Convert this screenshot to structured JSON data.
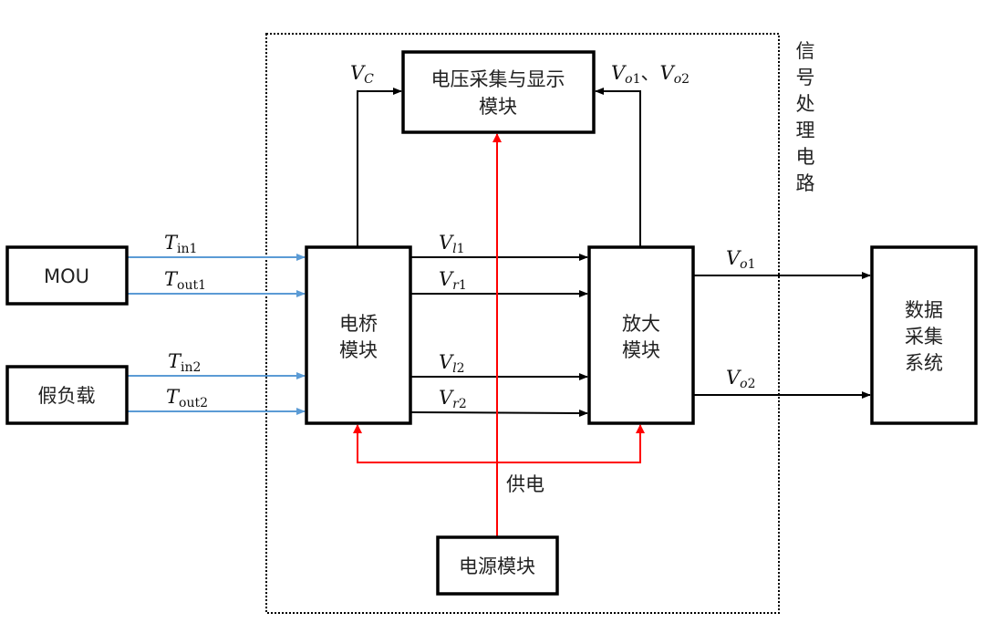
{
  "blocks": {
    "mou": "MOU",
    "dummy_load": "假负载",
    "bridge": [
      "电桥",
      "模块"
    ],
    "amplifier": [
      "放大",
      "模块"
    ],
    "voltage_display": [
      "电压采集与显示",
      "模块"
    ],
    "power": "电源模块",
    "daq": [
      "数据",
      "采集",
      "系统"
    ]
  },
  "region_label": [
    "信",
    "号",
    "处",
    "理",
    "电",
    "路"
  ],
  "signals": {
    "t_in1": {
      "main": "T",
      "sub": "in1"
    },
    "t_out1": {
      "main": "T",
      "sub": "out1"
    },
    "t_in2": {
      "main": "T",
      "sub": "in2"
    },
    "t_out2": {
      "main": "T",
      "sub": "out2"
    },
    "v_l1": {
      "main": "V",
      "sub": "l",
      "sub2": "1"
    },
    "v_r1": {
      "main": "V",
      "sub": "r",
      "sub2": "1"
    },
    "v_l2": {
      "main": "V",
      "sub": "l",
      "sub2": "2"
    },
    "v_r2": {
      "main": "V",
      "sub": "r",
      "sub2": "2"
    },
    "v_c": {
      "main": "V",
      "sub": "C"
    },
    "v_o1_v_o2": {
      "main1": "V",
      "sub1": "o",
      "sub1b": "1",
      "sep": "、",
      "main2": "V",
      "sub2": "o",
      "sub2b": "2"
    },
    "v_o1": {
      "main": "V",
      "sub": "o",
      "sub2": "1"
    },
    "v_o2": {
      "main": "V",
      "sub": "o",
      "sub2": "2"
    }
  },
  "power_label": "供电",
  "colors": {
    "blue_line": "#5b9bd5",
    "red_line": "#ff0000",
    "black_line": "#000000"
  }
}
